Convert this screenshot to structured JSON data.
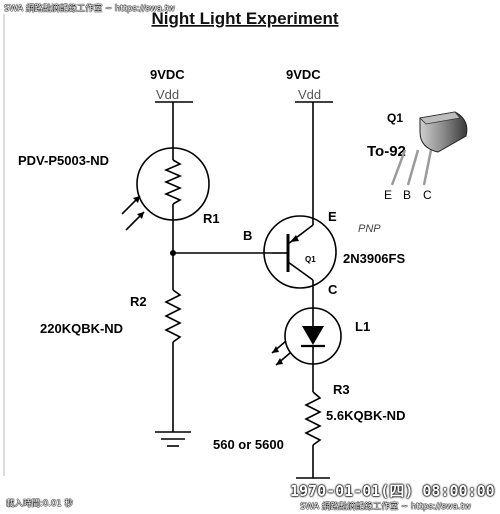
{
  "title": "Night Light Experiment",
  "watermark_top": "SWA 網路點滴記錄工作室 ~ https://swa.tw",
  "watermark_bottom": "SWA 網路點滴記錄工作室 ~ https://swa.tw",
  "load_time": "載入時間:0.01 秒",
  "timestamp": "1970-01-01(四) 08:00:00",
  "supply_left": {
    "voltage": "9VDC",
    "rail": "Vdd"
  },
  "supply_right": {
    "voltage": "9VDC",
    "rail": "Vdd"
  },
  "photoresistor": {
    "part": "PDV-P5003-ND",
    "ref": "R1"
  },
  "r2": {
    "ref": "R2",
    "part": "220KQBK-ND"
  },
  "transistor": {
    "base": "B",
    "emitter": "E",
    "collector": "C",
    "ref": "Q1",
    "type": "PNP",
    "part": "2N3906FS"
  },
  "led": {
    "ref": "L1"
  },
  "r3": {
    "ref": "R3",
    "part": "5.6KQBK-ND",
    "value": "560 or 5600"
  },
  "package": {
    "ref": "Q1",
    "name": "To-92",
    "pins": [
      "E",
      "B",
      "C"
    ]
  }
}
